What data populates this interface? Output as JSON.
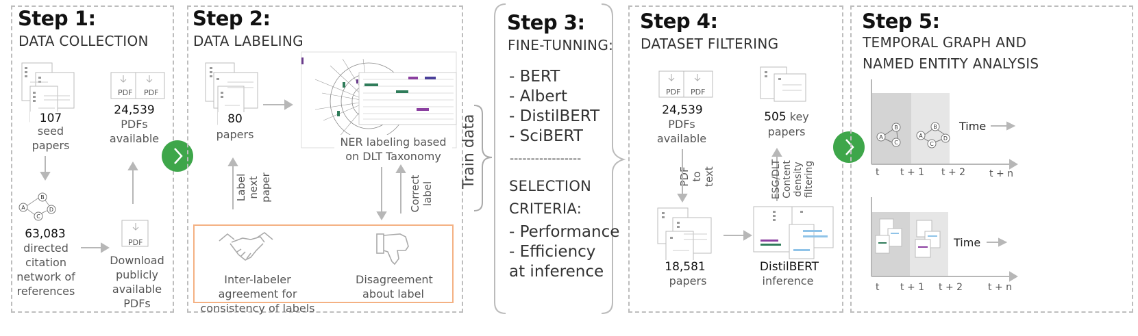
{
  "step1": {
    "title": "Step 1:",
    "subtitle": "DATA COLLECTION",
    "seed_count": "107",
    "seed_label": "seed papers",
    "pdfs_count": "24,539",
    "pdfs_label": "PDFs available",
    "network_count": "63,083",
    "network_label": "directed citation network of references",
    "download_label": "Download publicly available PDFs",
    "pdf_tag": "PDF",
    "graph_nodes": [
      "A",
      "B",
      "C",
      "D"
    ]
  },
  "step2": {
    "title": "Step 2:",
    "subtitle": "DATA LABELING",
    "papers_count": "80",
    "papers_label": "papers",
    "ner_label": "NER labeling based on DLT Taxonomy",
    "label_next": "Label next paper",
    "correct_label": "Correct label",
    "agreement": "Inter-labeler agreement for consistency of labels",
    "disagreement": "Disagreement about label"
  },
  "train_data": "Train data",
  "step3": {
    "title": "Step 3:",
    "subtitle": "FINE-TUNNING:",
    "models": [
      "- BERT",
      "- Albert",
      "- DistilBERT",
      "- SciBERT"
    ],
    "separator": "-----------------",
    "criteria_title": "SELECTION CRITERIA:",
    "criteria": [
      "- Performance",
      "- Efficiency at inference"
    ]
  },
  "step4": {
    "title": "Step 4:",
    "subtitle": "DATASET FILTERING",
    "pdfs_count": "24,539",
    "pdfs_label": "PDFs available",
    "pdf_to_text": "PDF to text",
    "papers_count": "18,581",
    "papers_label": "papers",
    "key_count": "505",
    "key_label": "key papers",
    "filtering": "ESG/DLT Content density filtering",
    "model_name": "DistilBERT",
    "model_label": "inference",
    "pdf_tag": "PDF"
  },
  "step5": {
    "title": "Step 5:",
    "subtitle_line1": "TEMPORAL GRAPH AND",
    "subtitle_line2": "NAMED ENTITY ANALYSIS",
    "time_label": "Time",
    "ticks": [
      "t",
      "t + 1",
      "t + 2",
      "t + n"
    ],
    "graph_nodes": [
      "A",
      "B",
      "C",
      "D"
    ]
  },
  "colors": {
    "arrow": "#b7b7b7",
    "green": "#3ea64a",
    "orange": "#f4b183",
    "dashed": "#bdbdbd"
  }
}
